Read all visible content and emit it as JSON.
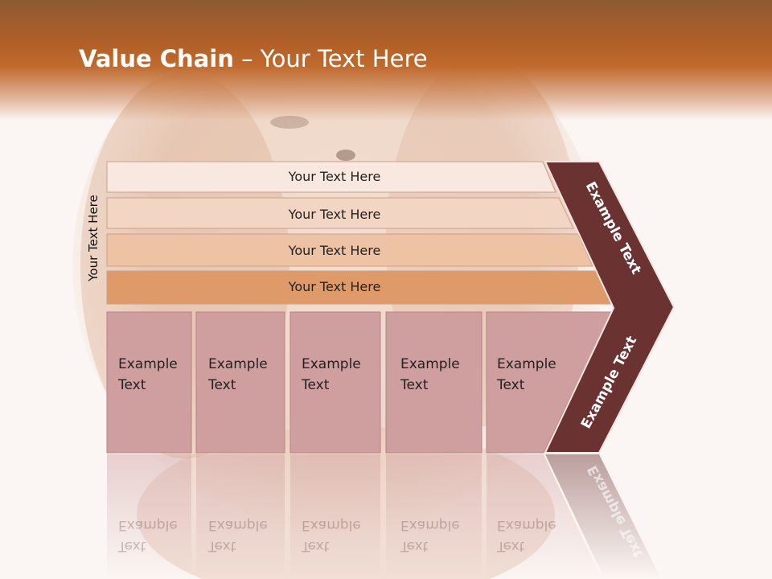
{
  "title": {
    "bold": "Value Chain",
    "rest": " – Your Text Here"
  },
  "side_label": "Your Text Here",
  "rows": [
    {
      "label": "Your Text Here",
      "color": "#f9e8df"
    },
    {
      "label": "Your Text Here",
      "color": "#f2d5c3"
    },
    {
      "label": "Your Text Here",
      "color": "#edc3a4"
    },
    {
      "label": "Your Text Here",
      "color": "#df9a6a"
    }
  ],
  "columns": [
    {
      "line1": "Example",
      "line2": "Text"
    },
    {
      "line1": "Example",
      "line2": "Text"
    },
    {
      "line1": "Example",
      "line2": "Text"
    },
    {
      "line1": "Example",
      "line2": "Text"
    },
    {
      "line1": "Example",
      "line2": "Text"
    }
  ],
  "arrow": {
    "upper": "Example Text",
    "lower": "Example Text"
  },
  "colors": {
    "header": "#b8622a",
    "column_fill": "#cf9fa0",
    "arrow_fill": "#6b3232"
  }
}
